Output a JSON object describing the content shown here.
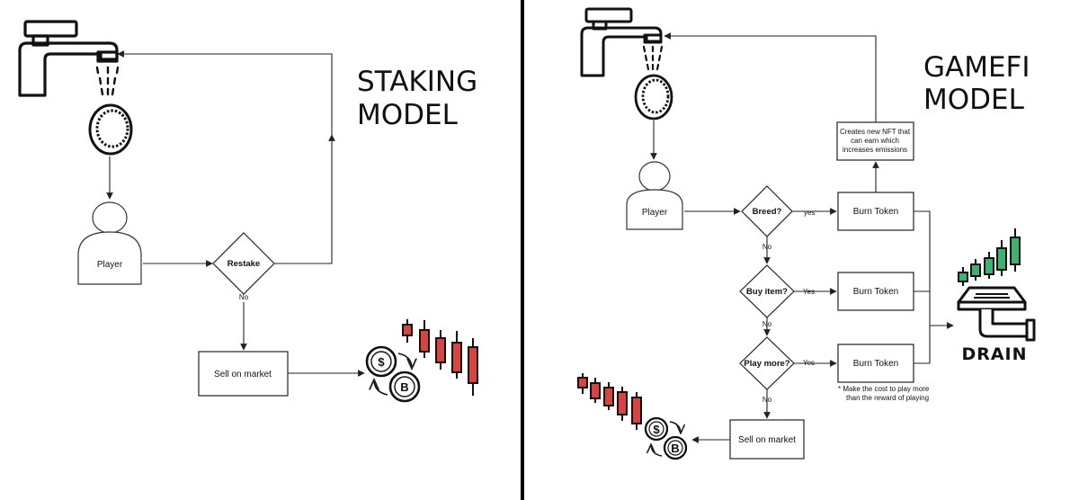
{
  "staking": {
    "title_line1": "STAKING",
    "title_line2": "MODEL",
    "player_label": "Player",
    "decision_label": "Restake",
    "no_label": "No",
    "sell_label": "Sell on market"
  },
  "gamefi": {
    "title_line1": "GAMEFI",
    "title_line2": "MODEL",
    "player_label": "Player",
    "breed_label": "Breed?",
    "breed_yes": "yes",
    "breed_no": "No",
    "buy_label": "Buy item?",
    "buy_yes": "Yes",
    "buy_no": "No",
    "play_label": "Play more?",
    "play_yes": "Yes",
    "play_no": "No",
    "burn_label": "Burn Token",
    "nft_line1": "Creates new NFT that",
    "nft_line2": "can earn which",
    "nft_line3": "increases emissions",
    "note_line1": "* Make the cost to play more",
    "note_line2": "than the reward of playing",
    "sell_label": "Sell on market",
    "drain_label": "DRAIN"
  },
  "icons": {
    "dollar_symbol": "$",
    "bitcoin_symbol": "B"
  },
  "colors": {
    "red_candle": "#d64541",
    "green_candle": "#3cb371",
    "line": "#222222"
  }
}
